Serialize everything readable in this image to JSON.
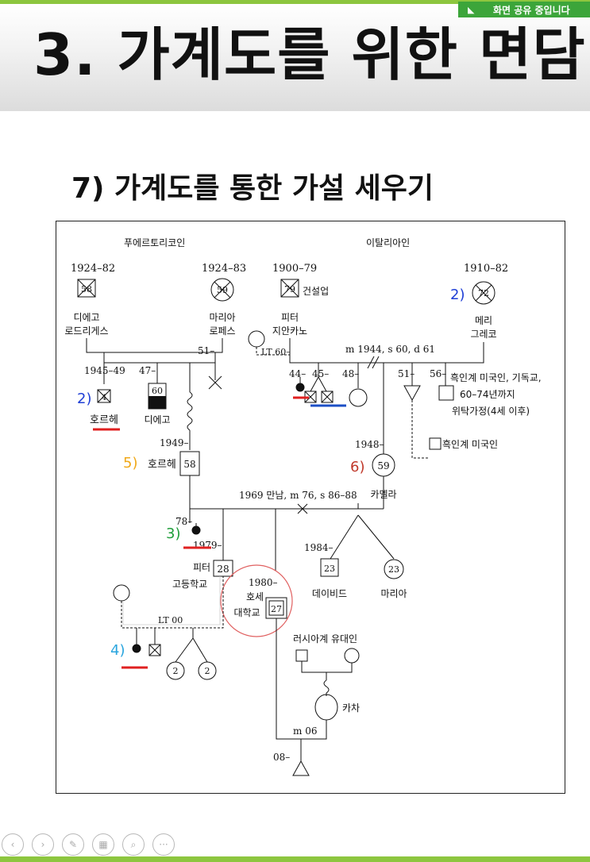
{
  "share_badge": "화면 공유 중입니다",
  "slide": {
    "title": "3. 가계도를 위한 면담",
    "subtitle": "7) 가계도를 통한 가설 세우기"
  },
  "genogram": {
    "origins": {
      "left": "푸에르토리코인",
      "right": "이탈리아인"
    },
    "people": {
      "diego_sr": {
        "years": "1924–82",
        "age": "58",
        "name1": "디에고",
        "name2": "로드리게스"
      },
      "maria_sr": {
        "years": "1924–83",
        "age": "59",
        "name1": "마리아",
        "name2": "로페스"
      },
      "peter_sr": {
        "years": "1900–79",
        "age": "79",
        "name1": "피터",
        "name2": "지안카노",
        "job": "건설업"
      },
      "mary": {
        "years": "1910–82",
        "age": "72",
        "name1": "메리",
        "name2": "그레코"
      },
      "jorge_child": {
        "years": "1945–49",
        "age": "4",
        "name": "호르헤"
      },
      "diego_jr": {
        "birth": "47–",
        "age": "60",
        "name": "디에고"
      },
      "sib51": {
        "birth": "51–"
      },
      "jorge": {
        "birth": "1949–",
        "age": "58",
        "name": "호르헤"
      },
      "camella": {
        "birth": "1948–",
        "age": "59",
        "name": "카멜라"
      },
      "c44": {
        "birth": "44–"
      },
      "c45": {
        "birth": "45–"
      },
      "c48": {
        "birth": "48–"
      },
      "c51b": {
        "birth": "51–"
      },
      "c56": {
        "birth": "56–",
        "note1": "흑인계 미국인, 기독교,",
        "note2": "60–74년까지",
        "note3": "위탁가정(4세 이후)"
      },
      "af_am": {
        "name": "흑인계 미국인"
      },
      "c78": {
        "birth": "78–"
      },
      "peter_jr": {
        "birth": "1979–",
        "age": "28",
        "name": "피터",
        "school": "고등학교"
      },
      "jose": {
        "birth": "1980–",
        "age": "27",
        "name1": "호세",
        "name2": "대학교"
      },
      "david": {
        "birth": "1984–",
        "age": "23",
        "name": "데이비드"
      },
      "maria_jr": {
        "age": "23",
        "name": "마리아"
      },
      "gc1": {
        "age": "2"
      },
      "gc2": {
        "age": "2"
      },
      "katya": {
        "name": "카차",
        "origin": "러시아계 유대인"
      },
      "baby": {
        "birth": "08–"
      }
    },
    "relations": {
      "m_peter_mary": "m 1944, s 60, d 61",
      "lt_peter": "LT 60–",
      "jorge_camella": "1969 만남, m 76, s 86–88",
      "lt_peter_jr": "LT 00",
      "jose_katya": "m 06"
    },
    "markers": [
      {
        "label": "2)",
        "color": "#1f3fd6"
      },
      {
        "label": "2)",
        "color": "#1f3fd6"
      },
      {
        "label": "3)",
        "color": "#1f9e3a"
      },
      {
        "label": "4)",
        "color": "#2aa5de"
      },
      {
        "label": "5)",
        "color": "#f0a818"
      },
      {
        "label": "6)",
        "color": "#c0392b"
      }
    ],
    "highlight_colors": {
      "red": "#e02020",
      "blue": "#1c4fc6",
      "circle": "#e06060"
    }
  },
  "controls": [
    {
      "icon": "prev-icon",
      "glyph": "‹"
    },
    {
      "icon": "next-icon",
      "glyph": "›"
    },
    {
      "icon": "pen-icon",
      "glyph": "✎"
    },
    {
      "icon": "slides-icon",
      "glyph": "▦"
    },
    {
      "icon": "zoom-icon",
      "glyph": "⌕"
    },
    {
      "icon": "more-icon",
      "glyph": "···"
    }
  ]
}
